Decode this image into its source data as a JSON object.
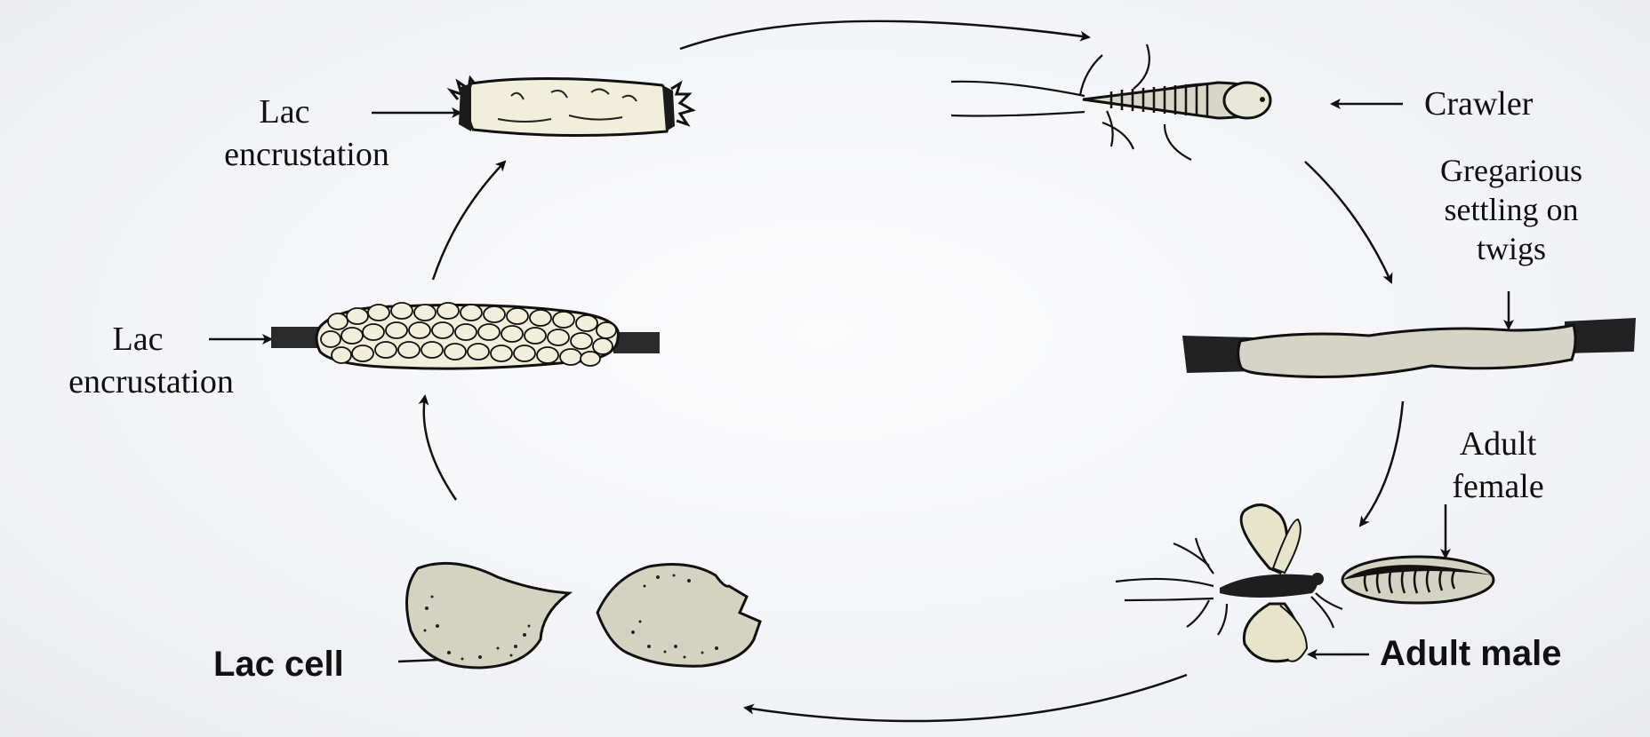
{
  "labels": {
    "lac_encrustation_top": [
      "Lac",
      "encrustation"
    ],
    "crawler": "Crawler",
    "gregarious": [
      "Gregarious",
      "settling on",
      "twigs"
    ],
    "lac_encrustation_mid": [
      "Lac",
      "encrustation"
    ],
    "adult_female": [
      "Adult",
      "female"
    ],
    "adult_male": "Adult male",
    "lac_cell": "Lac cell"
  },
  "colors": {
    "ink": "#111111",
    "fill_light": "#f1eedb",
    "fill_grey": "#d5d4c6",
    "fill_cell": "#d4d3c2",
    "twig": "#2b2b2b"
  }
}
